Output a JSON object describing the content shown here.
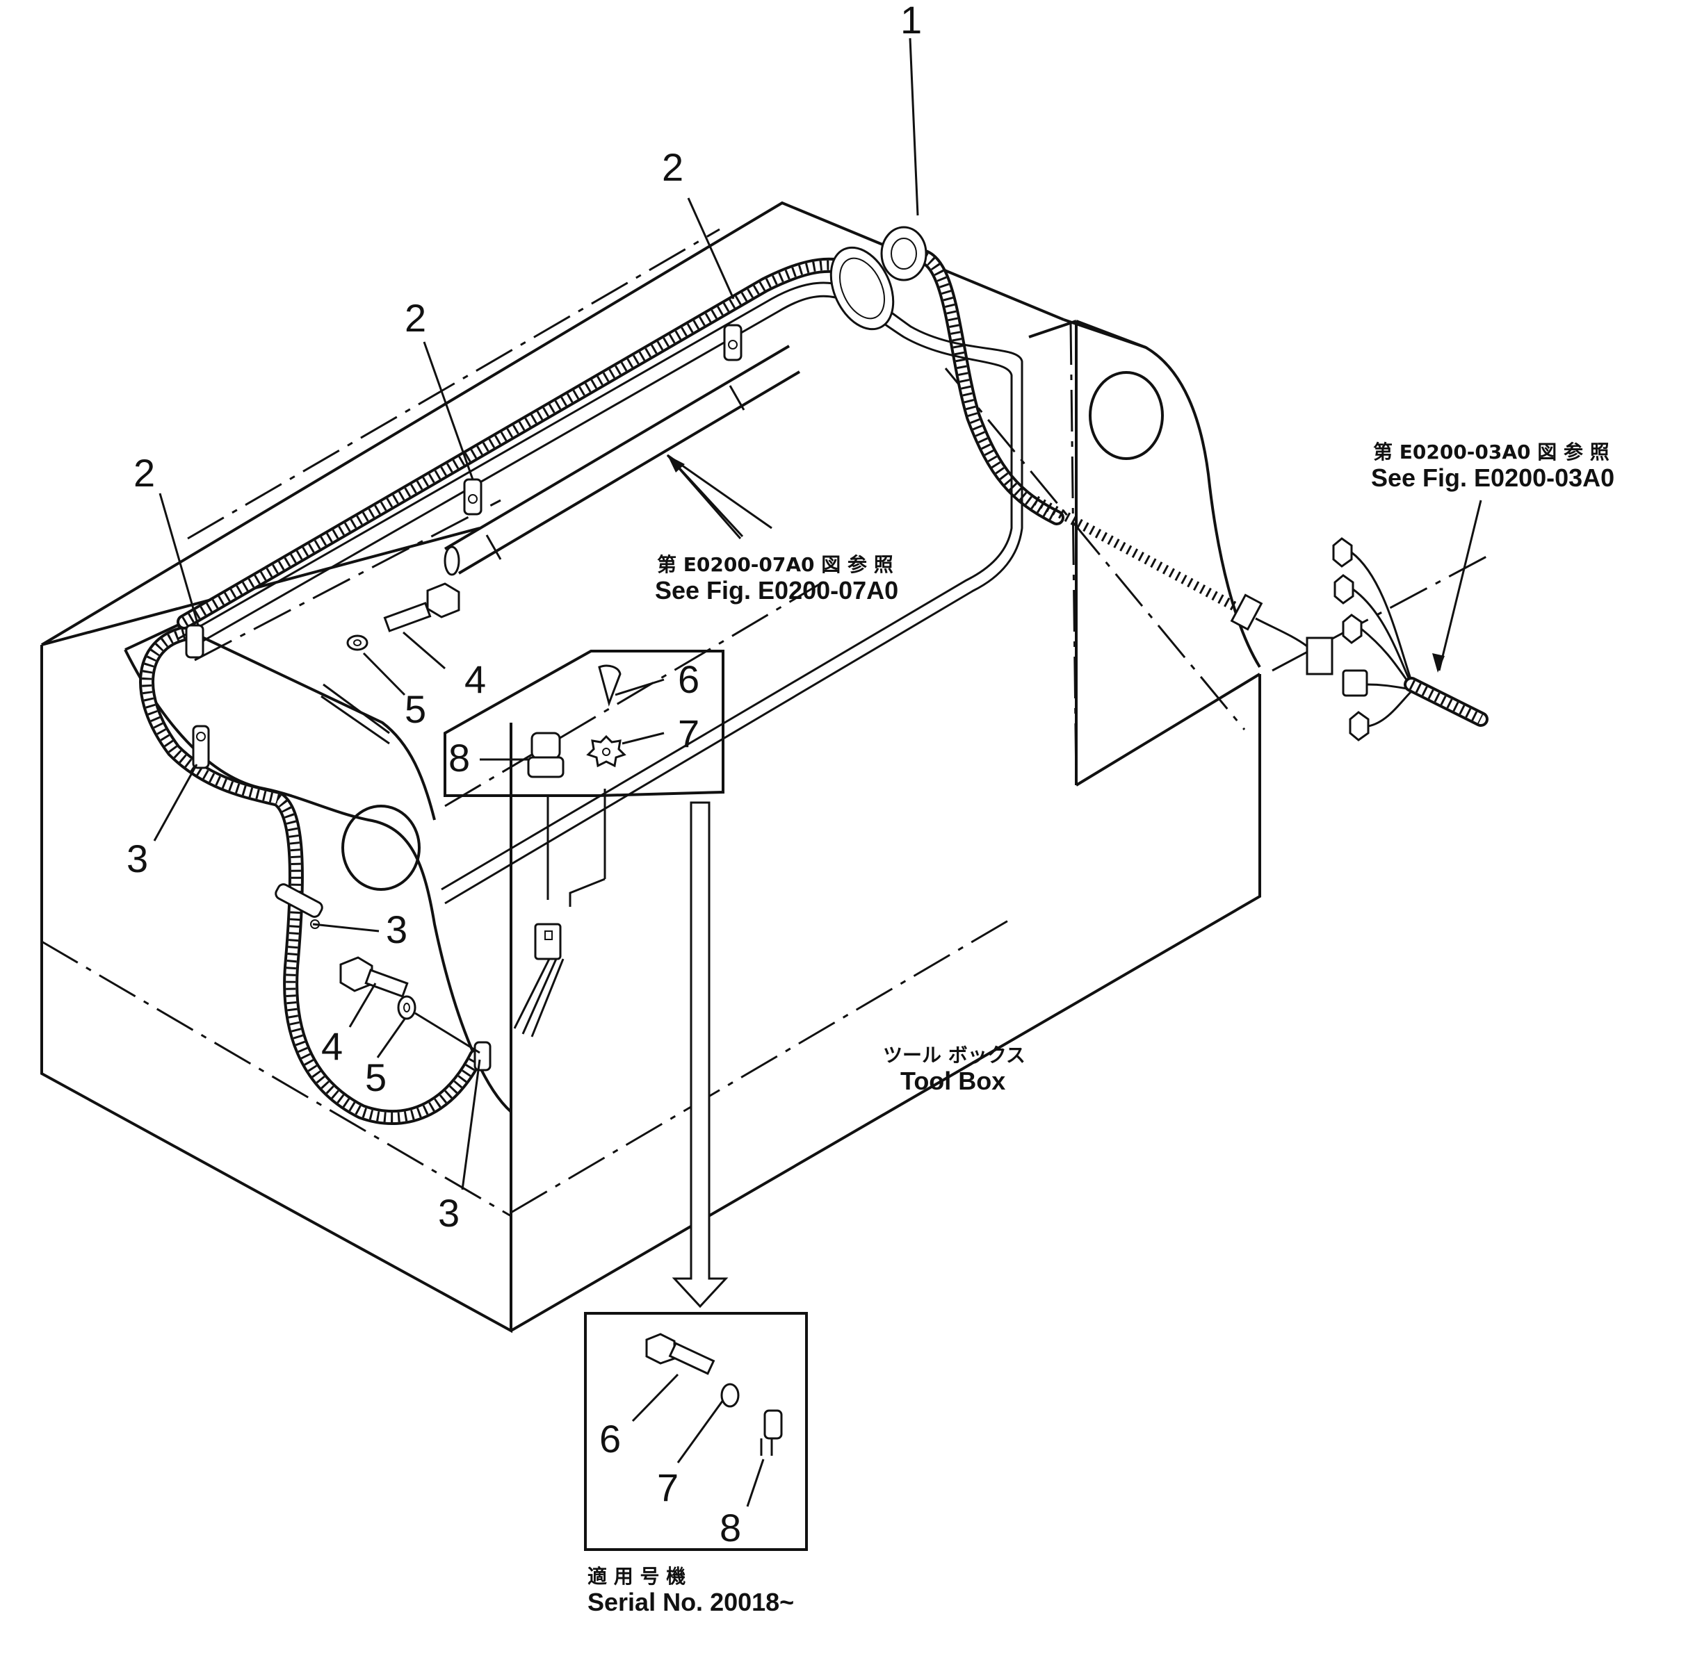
{
  "callouts": {
    "c1": "1",
    "c2a": "2",
    "c2b": "2",
    "c2c": "2",
    "c3a": "3",
    "c3b": "3",
    "c3c": "3",
    "c4a": "4",
    "c4b": "4",
    "c5a": "5",
    "c5b": "5",
    "c6a": "6",
    "c7a": "7",
    "c8a": "8",
    "c6b": "6",
    "c7b": "7",
    "c8b": "8"
  },
  "references": {
    "fig_07_jp": "第 E0200-07A0 図 参 照",
    "fig_07_en": "See Fig. E0200-07A0",
    "fig_03_jp": "第 E0200-03A0 図 参 照",
    "fig_03_en": "See Fig. E0200-03A0"
  },
  "toolbox": {
    "label_jp": "ツール ボックス",
    "label_en": "Tool Box"
  },
  "serial": {
    "label_jp": "適 用 号 機",
    "label_en": "Serial  No.  20018~"
  }
}
